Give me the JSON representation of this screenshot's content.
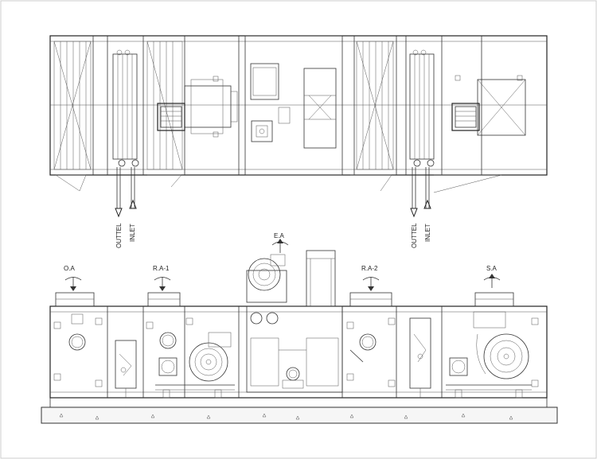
{
  "drawing": {
    "top_view": {
      "labels": {
        "outlet_left": "OUTTEL",
        "inlet_left": "INLET",
        "outlet_right": "OUTTEL",
        "inlet_right": "INLET"
      }
    },
    "side_view": {
      "labels": {
        "outside_air": "O.A",
        "return_air_1": "R.A-1",
        "exhaust_air": "E.A",
        "return_air_2": "R.A-2",
        "supply_air": "S.A"
      }
    }
  }
}
